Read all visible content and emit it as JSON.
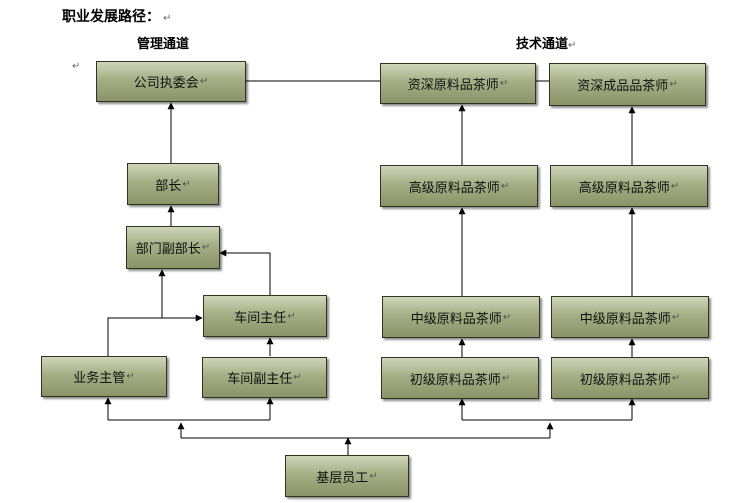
{
  "title": "职业发展路径：",
  "title_mark": "↵",
  "stray_mark": "↵",
  "sections": {
    "management": "管理通道",
    "technical": "技术通道",
    "technical_mark": "↵"
  },
  "nodes": {
    "executive": "公司执委会",
    "minister": "部长",
    "deputy_minister": "部门副部长",
    "workshop_director": "车间主任",
    "deputy_workshop_director": "车间副主任",
    "business_supervisor": "业务主管",
    "senior_raw_tea_master": "资深原料品茶师",
    "senior_finished_tea_master": "资深成品品茶师",
    "advanced_raw_tea_master_1": "高级原料品茶师",
    "advanced_raw_tea_master_2": "高级原料品茶师",
    "intermediate_raw_tea_master_1": "中级原料品茶师",
    "intermediate_raw_tea_master_2": "中级原料品茶师",
    "junior_raw_tea_master_1": "初级原料品茶师",
    "junior_raw_tea_master_2": "初级原料品茶师",
    "base_staff": "基层员工"
  },
  "mark": "↵"
}
